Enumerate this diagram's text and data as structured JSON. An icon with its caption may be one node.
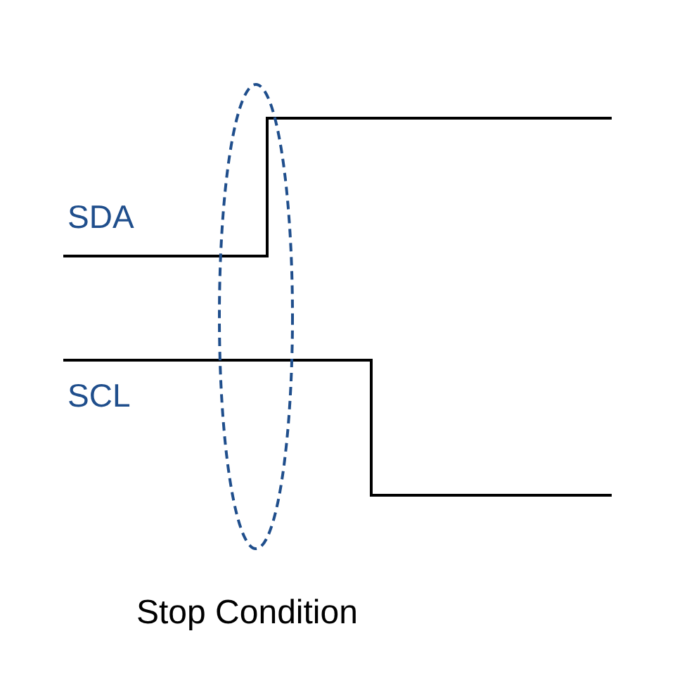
{
  "diagram": {
    "nodes": [
      {
        "text": [],
        "shape": "ellipse",
        "beside": [
          "Stop Condition"
        ]
      }
    ],
    "labels": [
      "SDA",
      "SCL"
    ]
  }
}
